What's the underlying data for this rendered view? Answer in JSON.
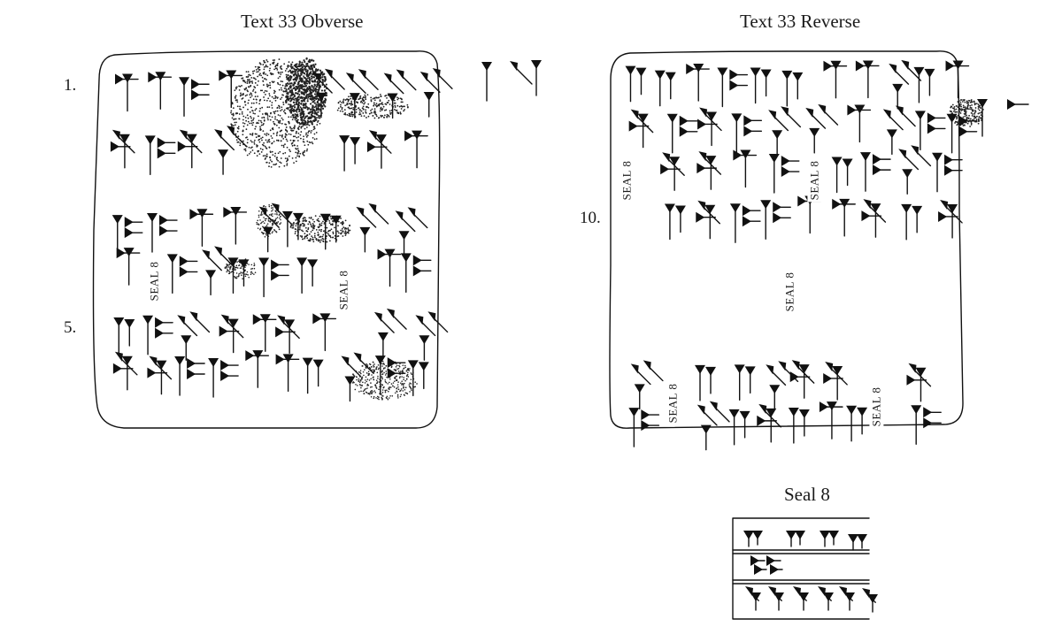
{
  "obverse": {
    "title": "Text 33 Obverse",
    "line_numbers": [
      "1.",
      "5."
    ],
    "seal_labels": [
      "SEAL 8",
      "SEAL 8"
    ]
  },
  "reverse": {
    "title": "Text 33 Reverse",
    "line_numbers": [
      "10."
    ],
    "seal_labels": [
      "SEAL 8",
      "SEAL 8",
      "SEAL 8",
      "SEAL 8",
      "SEAL 8"
    ]
  },
  "seal": {
    "title": "Seal 8"
  }
}
